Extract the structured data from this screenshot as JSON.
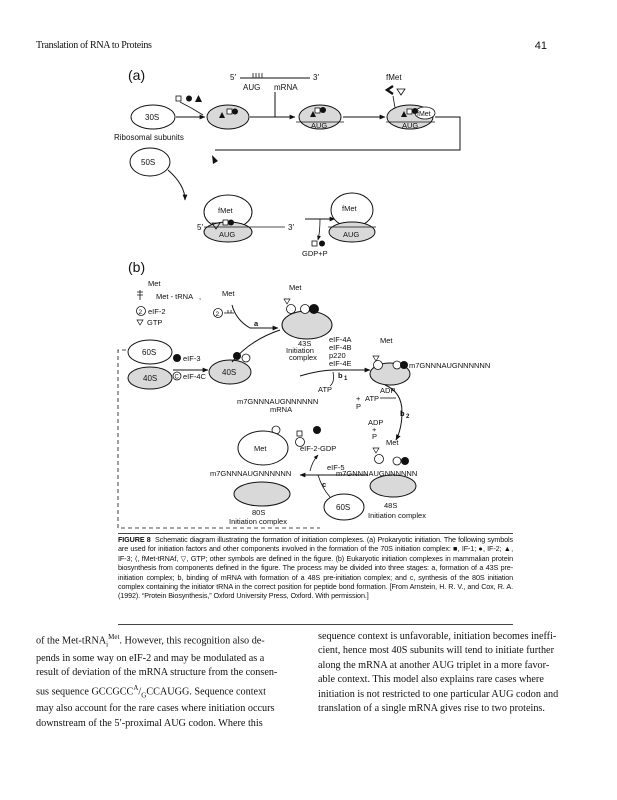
{
  "header": {
    "running_title": "Translation of RNA to Proteins",
    "page_number": "41"
  },
  "panel_a": {
    "label": "(a)",
    "five_prime": "5′",
    "three_prime": "3′",
    "aug": "AUG",
    "mrna": "mRNA",
    "fmet": "fMet",
    "s30": "30S",
    "s50": "50S",
    "ribosomal_subunits": "Ribosomal subunits",
    "gdp_p": "GDP+P"
  },
  "panel_b": {
    "label": "(b)",
    "met": "Met",
    "met_trna": "Met - tRNA",
    "eif2": "eIF-2",
    "gtp": "GTP",
    "s60": "60S",
    "s40": "40S",
    "eif3": "eIF-3",
    "eif4c": "eIF-4C",
    "step_a": "a",
    "s43": "43S",
    "initiation": "Initiation",
    "complex": "complex",
    "eif4a": "eIF-4A",
    "eif4b": "eIF-4B",
    "p220": "p220",
    "eif4e": "eIF-4E",
    "step_b1": "b",
    "step_b1_sub": "1",
    "mrna_seq": "m7GNNNAUGNNNNNN",
    "mrna": "mRNA",
    "atp": "ATP",
    "adp": "ADP",
    "plus": "+",
    "p": "P",
    "step_b2": "b",
    "step_b2_sub": "2",
    "eif2_gdp": "eIF-2-GDP",
    "eif5": "eIF-5",
    "step_c": "c",
    "s80": "80S",
    "initiation_complex": "Initiation complex",
    "s48": "48S",
    "c_letter": "C",
    "two": "2"
  },
  "caption": {
    "label": "FIGURE 8",
    "text": "Schematic diagram illustrating the formation of initiation complexes. (a) Prokaryotic initiation. The following symbols are used for initiation factors and other components involved in the formation of the 70S initiation complex: ■, IF-1; ●, IF-2; ▲, IF-3; ⟨, fMet-tRNAf, ▽, GTP; other symbols are defined in the figure. (b) Eukaryotic initiation complexes in mammalian protein biosynthesis from components defined in the figure. The process may be divided into three stages: a, formation of a 43S pre-initiation complex; b, binding of mRNA with formation of a 48S pre-initiation complex; and c, synthesis of the 80S initiation complex containing the initiator tRNA in the correct position for peptide bond formation. [From Arnstein, H. R. V., and Cox, R. A. (1992). “Protein Biosynthesis,” Oxford University Press, Oxford. With permission.]"
  },
  "body": {
    "left": "of the Met-tRNA Met. However, this recognition also depends in some way on eIF-2 and may be modulated as a result of deviation of the mRNA structure from the consensus sequence GCCGCC A/G CCAUGG. Sequence context may also account for the rare cases where initiation occurs downstream of the 5′-proximal AUG codon. Where this",
    "left_lines": [
      "of the Met-tRNA",
      ". However, this recognition also de-",
      "pends in some way on eIF-2 and may be modulated as a",
      "result of deviation of the mRNA structure from the consen-",
      "sus sequence GCCGCC",
      "CCAUGG. Sequence context",
      "may also account for the rare cases where initiation occurs",
      "downstream of the 5′-proximal AUG codon. Where this"
    ],
    "right_lines": [
      "sequence context is unfavorable, initiation becomes ineffi-",
      "cient, hence most 40S subunits will tend to initiate further",
      "along the mRNA at another AUG triplet in a more favor-",
      "able context. This model also explains rare cases where",
      "initiation is not restricted to one particular AUG codon and",
      "translation of a single mRNA gives rise to two proteins."
    ],
    "trna_sub": "i",
    "trna_sup": "Met",
    "seq_sup": "A",
    "seq_sub": "G"
  }
}
